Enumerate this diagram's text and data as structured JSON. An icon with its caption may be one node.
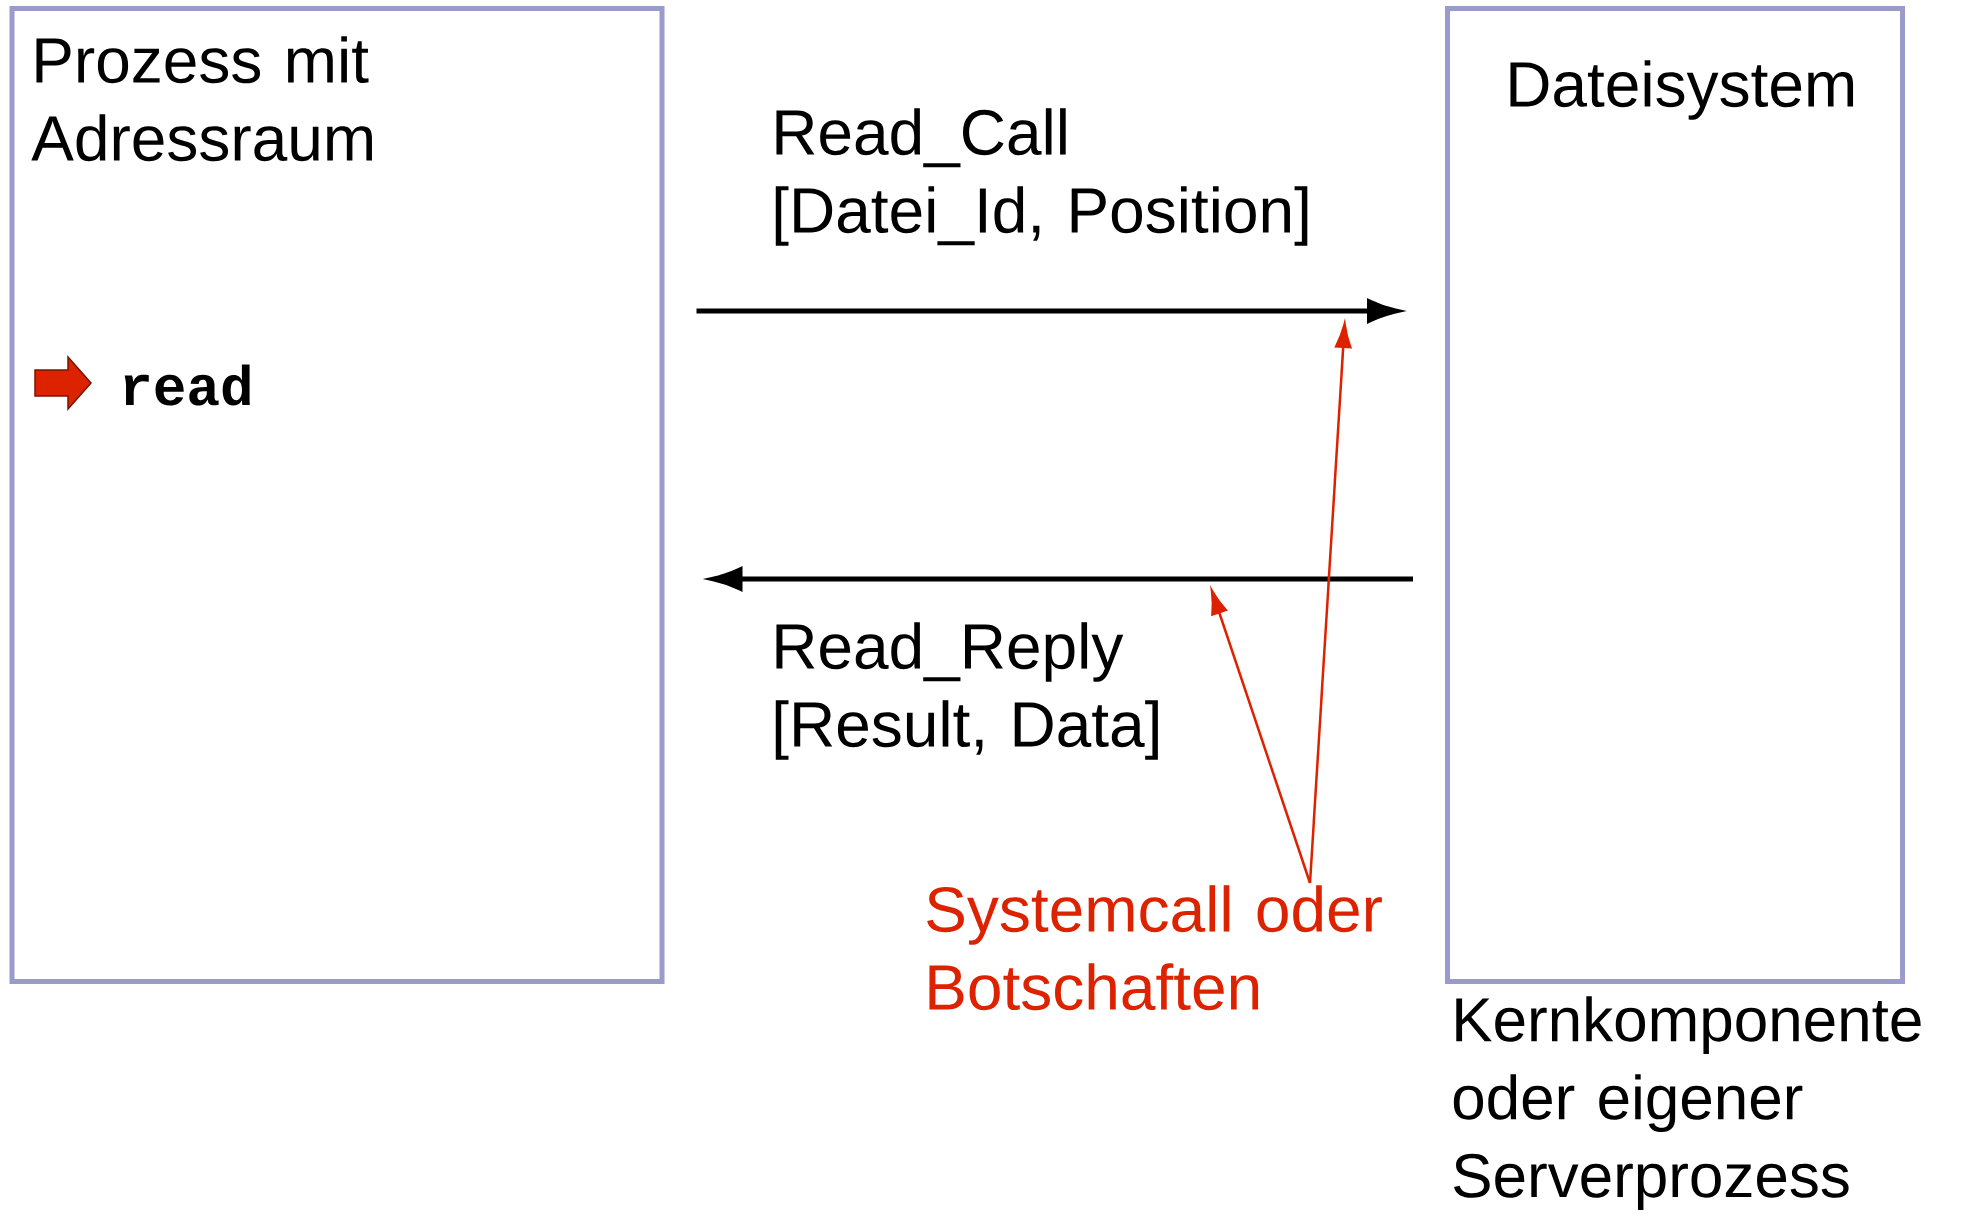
{
  "diagram": {
    "nodes": [
      {
        "text": [
          "Prozess mit Adressraum",
          "read"
        ]
      },
      {
        "text": [
          "Dateisystem"
        ],
        "beside": [
          "Kernkomponente oder eigener Serverprozess"
        ]
      },
      {
        "text": [
          "Systemcall oder Botschaften"
        ]
      }
    ],
    "edges": [
      {
        "from": 0,
        "to": 1,
        "arrow": "to",
        "label": "Read_Call [Datei_Id, Position]"
      },
      {
        "from": 1,
        "to": 0,
        "arrow": "to",
        "label": "Read_Reply [Result, Data]"
      },
      {
        "from": 2,
        "to": null,
        "arrow": "to",
        "color": "#dd2200"
      },
      {
        "from": 2,
        "to": null,
        "arrow": "to",
        "color": "#dd2200"
      }
    ]
  }
}
